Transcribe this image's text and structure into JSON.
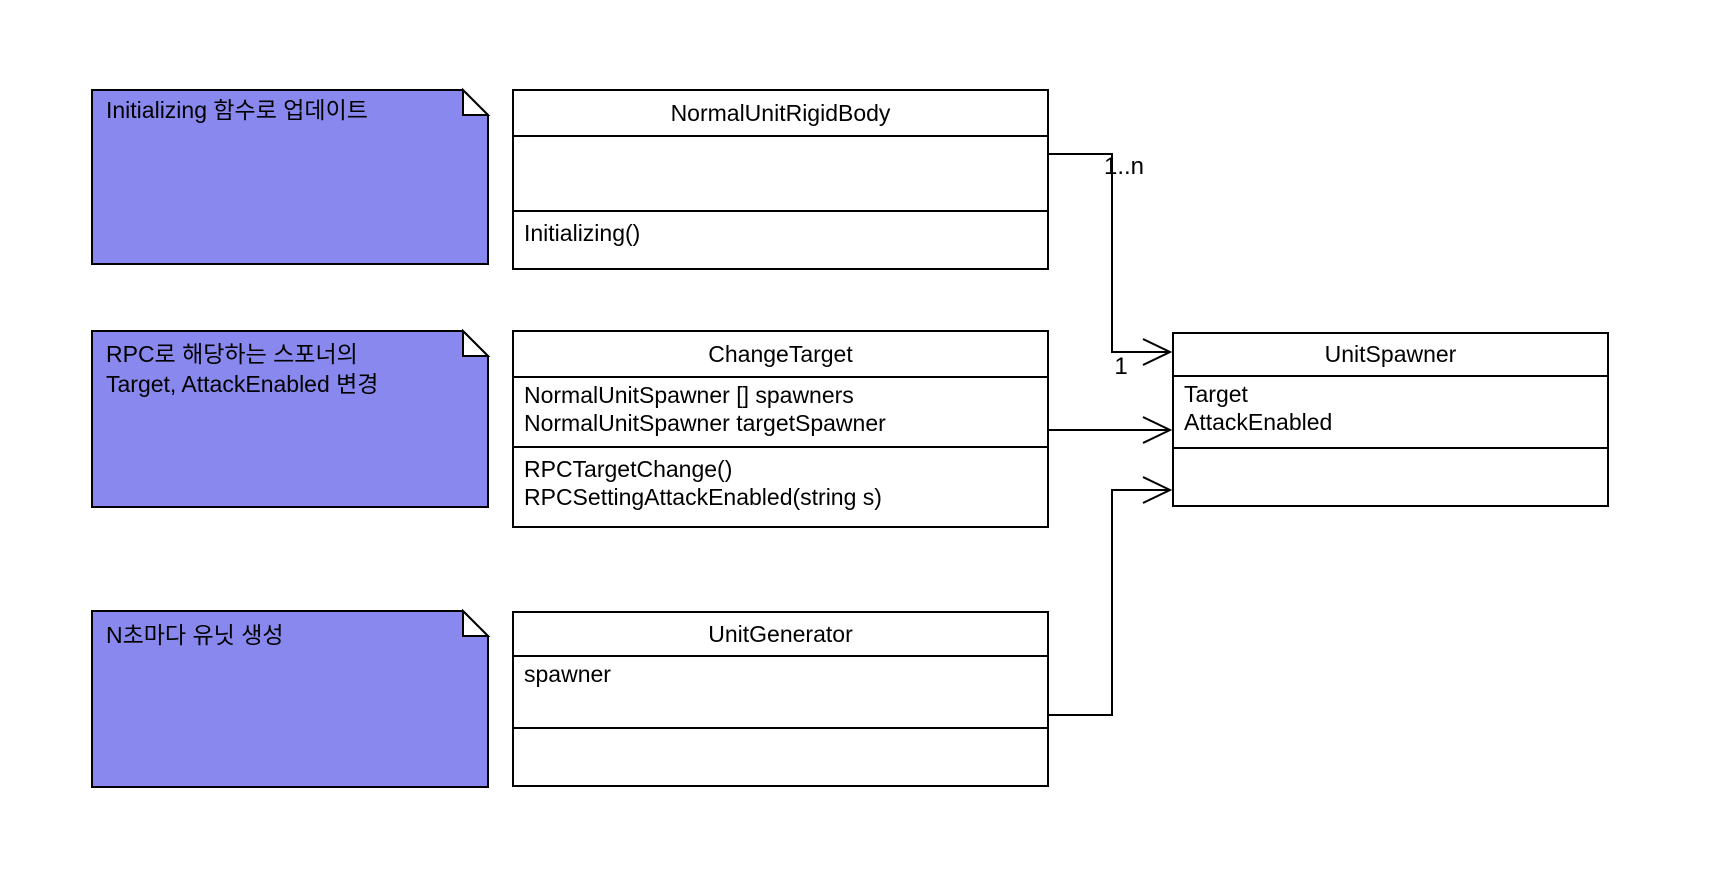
{
  "diagram": {
    "type": "uml-class-diagram",
    "background_color": "#ffffff",
    "note_fill_color": "#8888ee",
    "class_fill_color": "#ffffff",
    "line_color": "#000000",
    "notes": [
      {
        "lines": [
          "Initializing 함수로 업데이트"
        ]
      },
      {
        "lines": [
          "RPC로 해당하는 스포너의",
          "Target, AttackEnabled 변경"
        ]
      },
      {
        "lines": [
          "N초마다 유닛 생성"
        ]
      }
    ],
    "classes": [
      {
        "name": "NormalUnitRigidBody",
        "attributes": [],
        "methods": [
          "Initializing()"
        ]
      },
      {
        "name": "ChangeTarget",
        "attributes": [
          "NormalUnitSpawner [] spawners",
          "NormalUnitSpawner targetSpawner"
        ],
        "methods": [
          "RPCTargetChange()",
          "RPCSettingAttackEnabled(string s)"
        ]
      },
      {
        "name": "UnitGenerator",
        "attributes": [
          "spawner"
        ],
        "methods": []
      },
      {
        "name": "UnitSpawner",
        "attributes": [
          "Target",
          "AttackEnabled"
        ],
        "methods": []
      }
    ],
    "connectors": [
      {
        "from": "NormalUnitRigidBody",
        "to": "UnitSpawner",
        "multiplicity_source": "1..n",
        "multiplicity_target": "1"
      },
      {
        "from": "ChangeTarget",
        "to": "UnitSpawner"
      },
      {
        "from": "UnitGenerator",
        "to": "UnitSpawner"
      }
    ]
  }
}
